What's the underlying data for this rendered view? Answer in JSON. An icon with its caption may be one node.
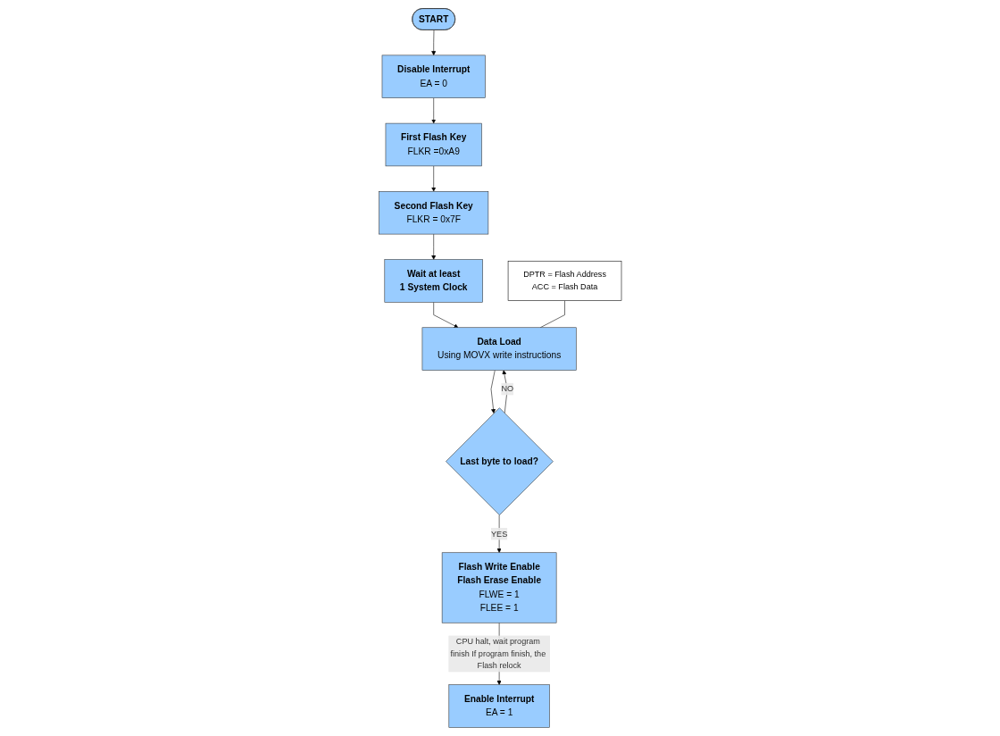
{
  "diagram": {
    "nodes": [
      {
        "text": [
          "START"
        ]
      },
      {
        "text": [
          "Disable Interrupt",
          "EA = 0"
        ]
      },
      {
        "text": [
          "First Flash Key",
          "FLKR =0xA9"
        ]
      },
      {
        "text": [
          "Second Flash Key",
          "FLKR = 0x7F"
        ]
      },
      {
        "text": [
          "Wait at least",
          "1 System Clock"
        ]
      },
      {
        "text": [
          "Data Load",
          "Using MOVX write instructions"
        ]
      },
      {
        "text": [
          "DPTR = Flash Address",
          "ACC = Flash Data"
        ]
      },
      {
        "text": [
          "Last byte to load?"
        ]
      },
      {
        "text": [
          "Flash Write Enable",
          "Flash Erase Enable",
          "FLWE = 1",
          "FLEE = 1"
        ]
      },
      {
        "text": [
          "Enable Interrupt",
          "EA = 1"
        ]
      }
    ],
    "edges": [
      {
        "from": 0,
        "to": 1,
        "arrow": "to"
      },
      {
        "from": 1,
        "to": 2,
        "arrow": "to"
      },
      {
        "from": 2,
        "to": 3,
        "arrow": "to"
      },
      {
        "from": 3,
        "to": 4,
        "arrow": "to"
      },
      {
        "from": 4,
        "to": 5,
        "arrow": "to"
      },
      {
        "from": 6,
        "to": 5,
        "arrow": "none"
      },
      {
        "from": 5,
        "to": 7,
        "arrow": "to"
      },
      {
        "from": 7,
        "to": 5,
        "arrow": "to",
        "label": "NO"
      },
      {
        "from": 7,
        "to": 8,
        "arrow": "to",
        "label": "YES"
      },
      {
        "from": 8,
        "to": 9,
        "arrow": "to",
        "label": "CPU halt, wait program finish If program finish, the Flash relock"
      }
    ]
  }
}
